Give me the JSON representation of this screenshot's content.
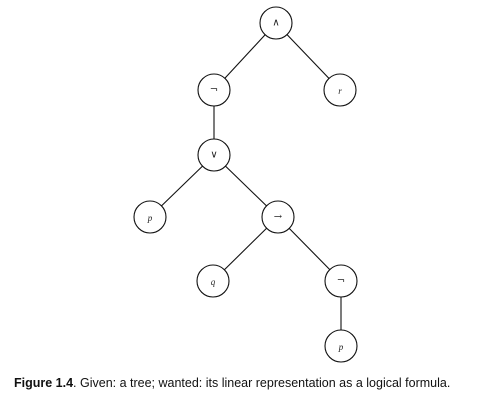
{
  "diagram": {
    "nodes": [
      {
        "id": "and",
        "label": "∧",
        "kind": "operator",
        "icon": "logical-and-symbol"
      },
      {
        "id": "not1",
        "label": "¬",
        "kind": "operator",
        "icon": "logical-not-symbol"
      },
      {
        "id": "r",
        "label": "r",
        "kind": "variable"
      },
      {
        "id": "or",
        "label": "∨",
        "kind": "operator",
        "icon": "logical-or-symbol"
      },
      {
        "id": "p1",
        "label": "p",
        "kind": "variable"
      },
      {
        "id": "implies",
        "label": "→",
        "kind": "operator",
        "icon": "implication-arrow-symbol"
      },
      {
        "id": "q",
        "label": "q",
        "kind": "variable"
      },
      {
        "id": "not2",
        "label": "¬",
        "kind": "operator",
        "icon": "logical-not-symbol"
      },
      {
        "id": "p2",
        "label": "p",
        "kind": "variable"
      }
    ],
    "edges": [
      {
        "from": "and",
        "to": "not1"
      },
      {
        "from": "and",
        "to": "r"
      },
      {
        "from": "not1",
        "to": "or"
      },
      {
        "from": "or",
        "to": "p1"
      },
      {
        "from": "or",
        "to": "implies"
      },
      {
        "from": "implies",
        "to": "q"
      },
      {
        "from": "implies",
        "to": "not2"
      },
      {
        "from": "not2",
        "to": "p2"
      }
    ]
  },
  "caption": {
    "figure_label": "Figure 1.4",
    "text": ". Given: a tree; wanted: its linear representation as a logical formula."
  }
}
